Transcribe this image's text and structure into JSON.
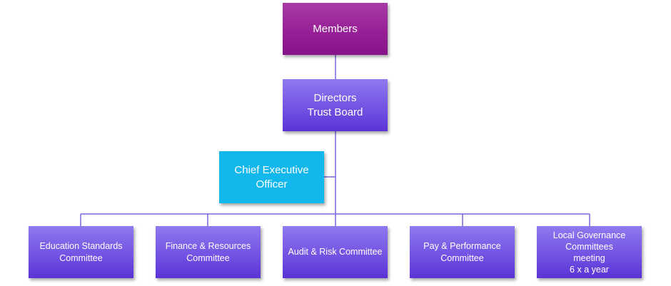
{
  "org_chart": {
    "nodes": {
      "members": {
        "label": "Members"
      },
      "directors": {
        "label": "Directors\nTrust Board"
      },
      "ceo": {
        "label": "Chief Executive\nOfficer"
      },
      "education": {
        "label": "Education Standards\nCommittee"
      },
      "finance": {
        "label": "Finance & Resources\nCommittee"
      },
      "audit": {
        "label": "Audit & Risk Committee"
      },
      "pay": {
        "label": "Pay & Performance\nCommittee"
      },
      "local": {
        "label": "Local Governance\nCommittees\nmeeting\n6 x a year"
      }
    },
    "colors": {
      "members": "#971f97",
      "committees": "#7353e3",
      "ceo": "#12b7ec",
      "connector": "#7a64e0"
    }
  }
}
